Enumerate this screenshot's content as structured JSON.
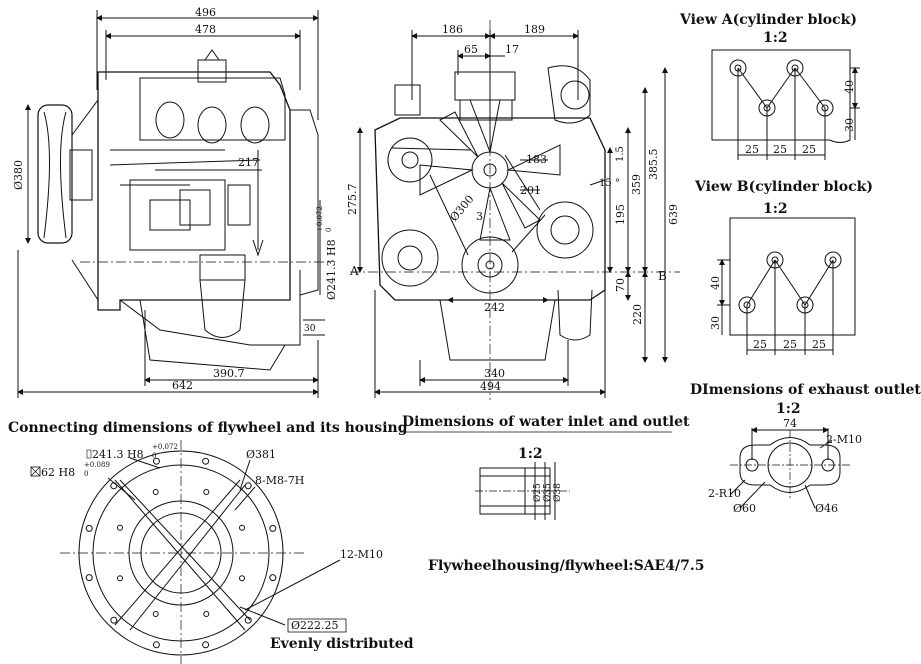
{
  "front_view": {
    "top_width": "496",
    "top_width_inner": "478",
    "fan_diameter": "Ø380",
    "dim_217": "217",
    "flange_fit": "Ø241.3  H8",
    "flange_tol_top": "+0.072",
    "flange_tol_bot": "0",
    "dim_30": "30",
    "bottom_390": "390.7",
    "bottom_642": "642"
  },
  "side_view": {
    "dim_186": "186",
    "dim_189": "189",
    "dim_65": "65",
    "dim_17": "17",
    "dim_183": "183",
    "dim_201": "201",
    "pulley_d": "Ø300",
    "dim_3": "3",
    "dim_15": "1.5",
    "angle": "15 °",
    "dim_275": "275.7",
    "dim_359": "359",
    "dim_385": "385.5",
    "dim_639": "639",
    "dim_195": "195",
    "dim_70": "70",
    "dim_220": "220",
    "dim_242": "242",
    "dim_340": "340",
    "dim_494": "494",
    "label_a": "A",
    "label_b": "B"
  },
  "view_a": {
    "title": "View A(cylinder block)",
    "scale": "1:2",
    "d1": "25",
    "d2": "25",
    "d3": "25",
    "v40": "40",
    "v30": "30"
  },
  "view_b": {
    "title": "View B(cylinder block)",
    "scale": "1:2",
    "d1": "25",
    "d2": "25",
    "d3": "25",
    "v40": "40",
    "v30": "30"
  },
  "exhaust": {
    "title": "DImensions of exhaust outlet",
    "scale": "1:2",
    "d74": "74",
    "holes": "2-M10",
    "radius": "2-R10",
    "d60": "Ø60",
    "d46": "Ø46"
  },
  "flywheel": {
    "title": "Connecting dimensions of flywheel and its housing",
    "fit1": "241.3  H8",
    "fit1_tol_top": "+0.072",
    "fit1_tol_bot": "0",
    "fit2": "62  H8",
    "fit2_tol_top": "+0.089",
    "fit2_tol_bot": "0",
    "d381": "Ø381",
    "holes_m8": "8-M8-7H",
    "holes_m10": "12-M10",
    "d222": "Ø222.25",
    "note": "Evenly distributed"
  },
  "water": {
    "title": "Dimensions of water inlet and outlet",
    "scale": "1:2",
    "d25": "Ø25",
    "d35": "Ø35",
    "d38": "Ø38"
  },
  "spec": {
    "text": "Flywheelhousing/flywheel:SAE4/7.5"
  }
}
